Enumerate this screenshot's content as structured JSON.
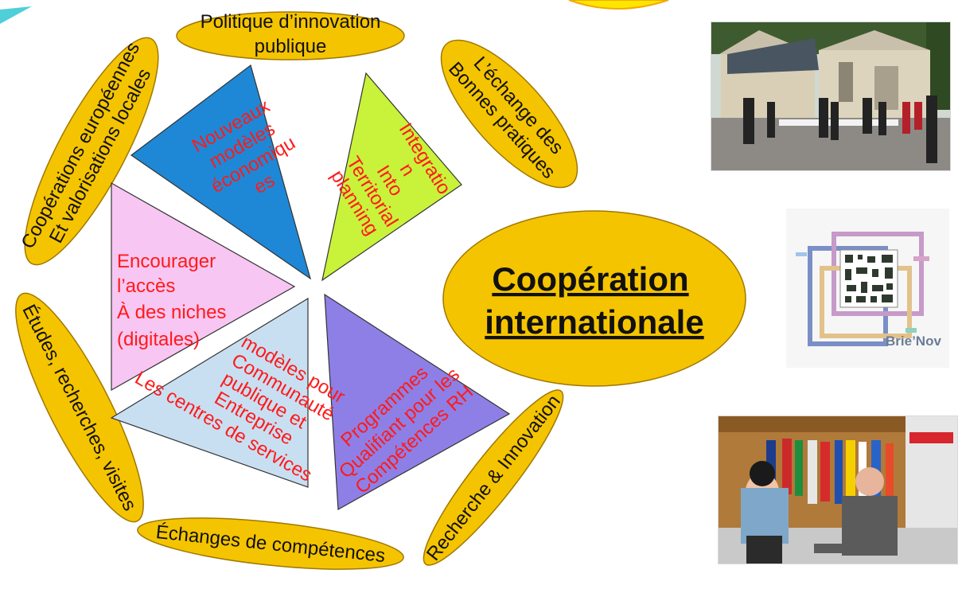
{
  "diagram": {
    "center": {
      "line1": "Coopération",
      "line2": "internationale"
    },
    "ovals": {
      "top": [
        "Politique d’innovation",
        "publique"
      ],
      "top_right": [
        "L’échange des",
        "Bonnes pratiques"
      ],
      "left_top": [
        "Coopérations européennes",
        "Et valorisations locales"
      ],
      "left_bottom": [
        "Études, recherches, visites"
      ],
      "bottom": [
        "Échanges de compétences"
      ],
      "bottom_right": [
        "Recherche & Innovation"
      ]
    },
    "triangles": {
      "blue": [
        "Nouveaux",
        "modèles",
        "économiqu",
        "es"
      ],
      "green": [
        "Integratio",
        "n",
        "Into",
        "Territorial",
        "planning"
      ],
      "pink": [
        "Encourager",
        "l’accès",
        "À des niches",
        "(digitales)"
      ],
      "lightblue": [
        "modèles pour",
        "Communauté",
        "publique et",
        "Entreprise",
        "Les centres de services"
      ],
      "purple": [
        "Programmes",
        "Qualifiant pour les",
        "Compétences RH"
      ]
    },
    "colors": {
      "oval_fill": "#f5c400",
      "blue": "#1e88d6",
      "green": "#c9f23a",
      "pink": "#f7c6f2",
      "lightblue": "#c8dff2",
      "purple": "#8e7fe6",
      "text_red": "#ff1a1a"
    }
  },
  "images": {
    "event_photo": "outdoor-event-photo",
    "logo": {
      "icon": "brienov-logo",
      "text": "Brie’Nov"
    },
    "interview_photo": "interview-flags-photo"
  }
}
